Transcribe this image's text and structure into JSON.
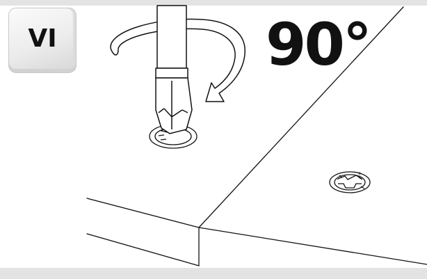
{
  "step": {
    "label": "VI"
  },
  "rotation": {
    "angle_label": "90°",
    "direction": "clockwise"
  },
  "icons": {
    "rotate_arrow": "curved-rotation-arrow-icon",
    "screwdriver": "screwdriver-icon",
    "cam_lock": "cam-lock-fitting-icon"
  },
  "colors": {
    "line": "#111111",
    "band": "#e3e3e3",
    "arrow_fill": "#ffffff"
  }
}
